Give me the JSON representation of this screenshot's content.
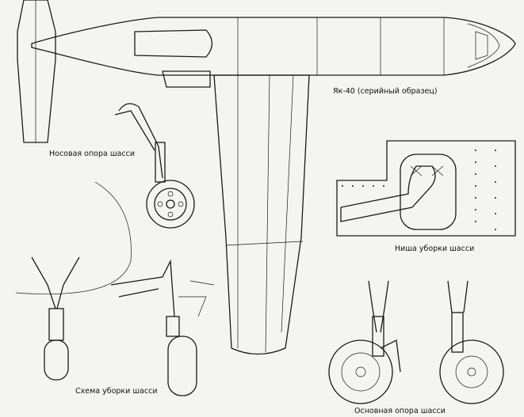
{
  "labels": {
    "aircraft": "Як-40 (серийный образец)",
    "nose_gear": "Носовая опора шасси",
    "gear_niche": "Ниша уборки шасси",
    "retraction_scheme": "Схема уборки шасси",
    "main_gear": "Основная опора шасси"
  }
}
